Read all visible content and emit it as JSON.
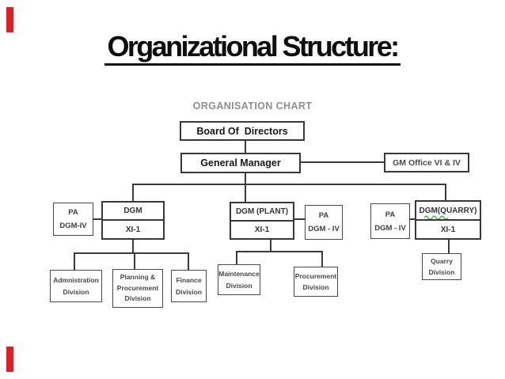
{
  "slide": {
    "title": "Organizational Structure:",
    "accent_red": "#e41c23"
  },
  "chart": {
    "heading": "ORGANISATION CHART",
    "squiggle_green": "#3faa3f",
    "nodes": {
      "board": {
        "label": "Board Of  Directors"
      },
      "general_manager": {
        "label": "General Manager"
      },
      "gm_office": {
        "label": "GM Office VI & IV"
      },
      "pa_left": {
        "line1": "PA",
        "line2": "DGM-IV"
      },
      "dgm": {
        "title": "DGM",
        "sub": "XI-1"
      },
      "dgm_plant": {
        "title": "DGM (PLANT)",
        "sub": "XI-1"
      },
      "pa_mid": {
        "line1": "PA",
        "line2": "DGM - IV"
      },
      "pa_right": {
        "line1": "PA",
        "line2": "DGM - IV"
      },
      "dgm_quarry": {
        "title": "DGM(QUARRY)",
        "sub": "XI-1"
      },
      "admin_div": {
        "line1": "Admnistration",
        "line2": "Division"
      },
      "planning_div": {
        "line1": "Planning &",
        "line2": "Procurement",
        "line3": "Division"
      },
      "finance_div": {
        "line1": "Finance",
        "line2": "Division"
      },
      "maintenance_div": {
        "line1": "Maintenance",
        "line2": "Division"
      },
      "procurement_div": {
        "line1": "Procurement",
        "line2": "Division"
      },
      "quarry_div": {
        "line1": "Quarry",
        "line2": "Division"
      }
    }
  }
}
